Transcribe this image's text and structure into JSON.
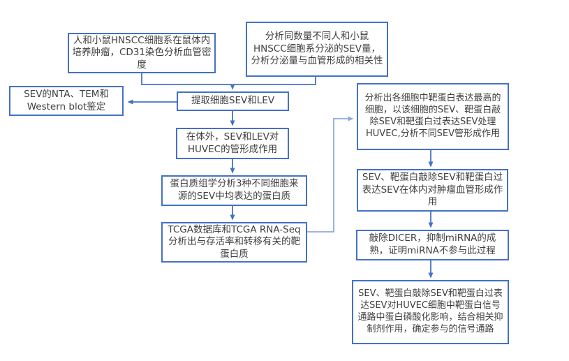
{
  "diagram": {
    "type": "flowchart",
    "colors": {
      "box_border": "#4472C4",
      "connector": "#4472C4",
      "connector_light": "#8FAADC",
      "text": "#3F3F3F",
      "background": "#FFFFFF"
    },
    "nodes": {
      "tumor_cd31": {
        "text": "人和小鼠HNSCC细胞系在鼠体内培养肿瘤，CD31染色分析血管密度"
      },
      "sev_secretion": {
        "text": "分析同数量不同人和小鼠HNSCC细胞系分泌的SEV量，分析分泌量与血管形成的相关性"
      },
      "sev_identification": {
        "text": "SEV的NTA、TEM和Western blot鉴定"
      },
      "extract_sev_lev": {
        "text": "提取细胞SEV和LEV"
      },
      "in_vitro_tube": {
        "text": "在体外，SEV和LEV对HUVEC的管形成作用"
      },
      "proteomics": {
        "text": "蛋白质组学分析3种不同细胞来源的SEV中均表达的蛋白质"
      },
      "tcga": {
        "text": "TCGA数据库和TCGA RNA-Seq分析出与存活率和转移有关的靶蛋白质"
      },
      "target_cell_analysis": {
        "text": "分析出各细胞中靶蛋白表达最高的细胞，以该细胞的SEV、靶蛋白敲除SEV和靶蛋白过表达SEV处理HUVEC,分析不同SEV管形成作用"
      },
      "in_vivo_angiogenesis": {
        "text": "SEV、靶蛋白敲除SEV和靶蛋白过表达SEV在体内对肿瘤血管形成作用"
      },
      "dicer_mirna": {
        "text": "敲除DICER，抑制miRNA的成熟，证明miRNA不参与此过程"
      },
      "signal_pathway": {
        "text": "SEV、靶蛋白敲除SEV和靶蛋白过表达SEV对HUVEC细胞中靶蛋白信号通路中蛋白磷酸化影响，结合相关抑制剂作用，确定参与的信号通路"
      }
    },
    "edges": [
      {
        "from": "tumor_cd31",
        "to": "extract_sev_lev"
      },
      {
        "from": "sev_secretion",
        "to": "extract_sev_lev"
      },
      {
        "from": "extract_sev_lev",
        "to": "sev_identification"
      },
      {
        "from": "extract_sev_lev",
        "to": "in_vitro_tube"
      },
      {
        "from": "in_vitro_tube",
        "to": "proteomics"
      },
      {
        "from": "proteomics",
        "to": "tcga"
      },
      {
        "from": "tcga",
        "to": "target_cell_analysis"
      },
      {
        "from": "target_cell_analysis",
        "to": "in_vivo_angiogenesis"
      },
      {
        "from": "in_vivo_angiogenesis",
        "to": "dicer_mirna"
      },
      {
        "from": "dicer_mirna",
        "to": "signal_pathway"
      }
    ]
  }
}
